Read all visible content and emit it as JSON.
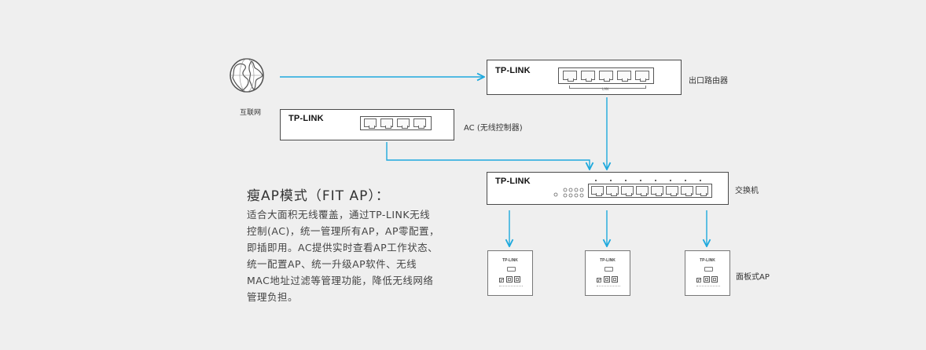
{
  "colors": {
    "arrow": "#1ea9dd",
    "background": "#efefef",
    "border": "#4a4a4a"
  },
  "nodes": {
    "internet_label": "互联网",
    "router_label": "出口路由器",
    "ac_label": "AC (无线控制器)",
    "switch_label": "交换机",
    "ap_label": "面板式AP"
  },
  "brand": "TP-LINK",
  "router_lan_text": "LAN",
  "description": {
    "title": "瘦AP模式（FIT AP）：",
    "lines": [
      "适合大面积无线覆盖，通过TP-LINK无线",
      "控制(AC)，统一管理所有AP，AP零配置，",
      "即插即用。AC提供实时查看AP工作状态、",
      "统一配置AP、统一升级AP软件、无线",
      "MAC地址过滤等管理功能，降低无线网络",
      "管理负担。"
    ]
  }
}
